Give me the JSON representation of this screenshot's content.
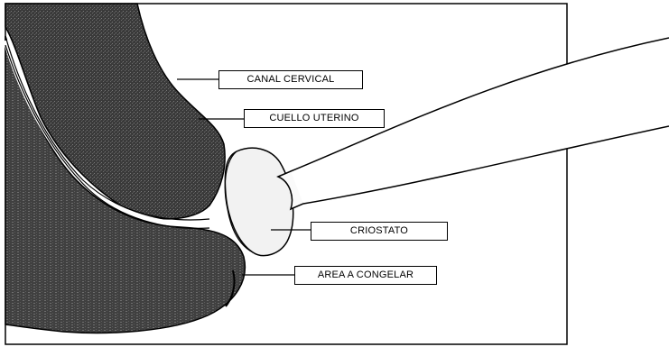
{
  "diagram": {
    "labels": {
      "canal_cervical": "CANAL CERVICAL",
      "cuello_uterino": "CUELLO UTERINO",
      "criostato": "CRIOSTATO",
      "area_a_congelar": "AREA A CONGELAR"
    },
    "colors": {
      "tissue_fill": "#3f3f3f",
      "tissue_stipple": "#6a6a6a",
      "outline": "#000000",
      "canal": "#ffffff",
      "background": "#ffffff"
    }
  }
}
